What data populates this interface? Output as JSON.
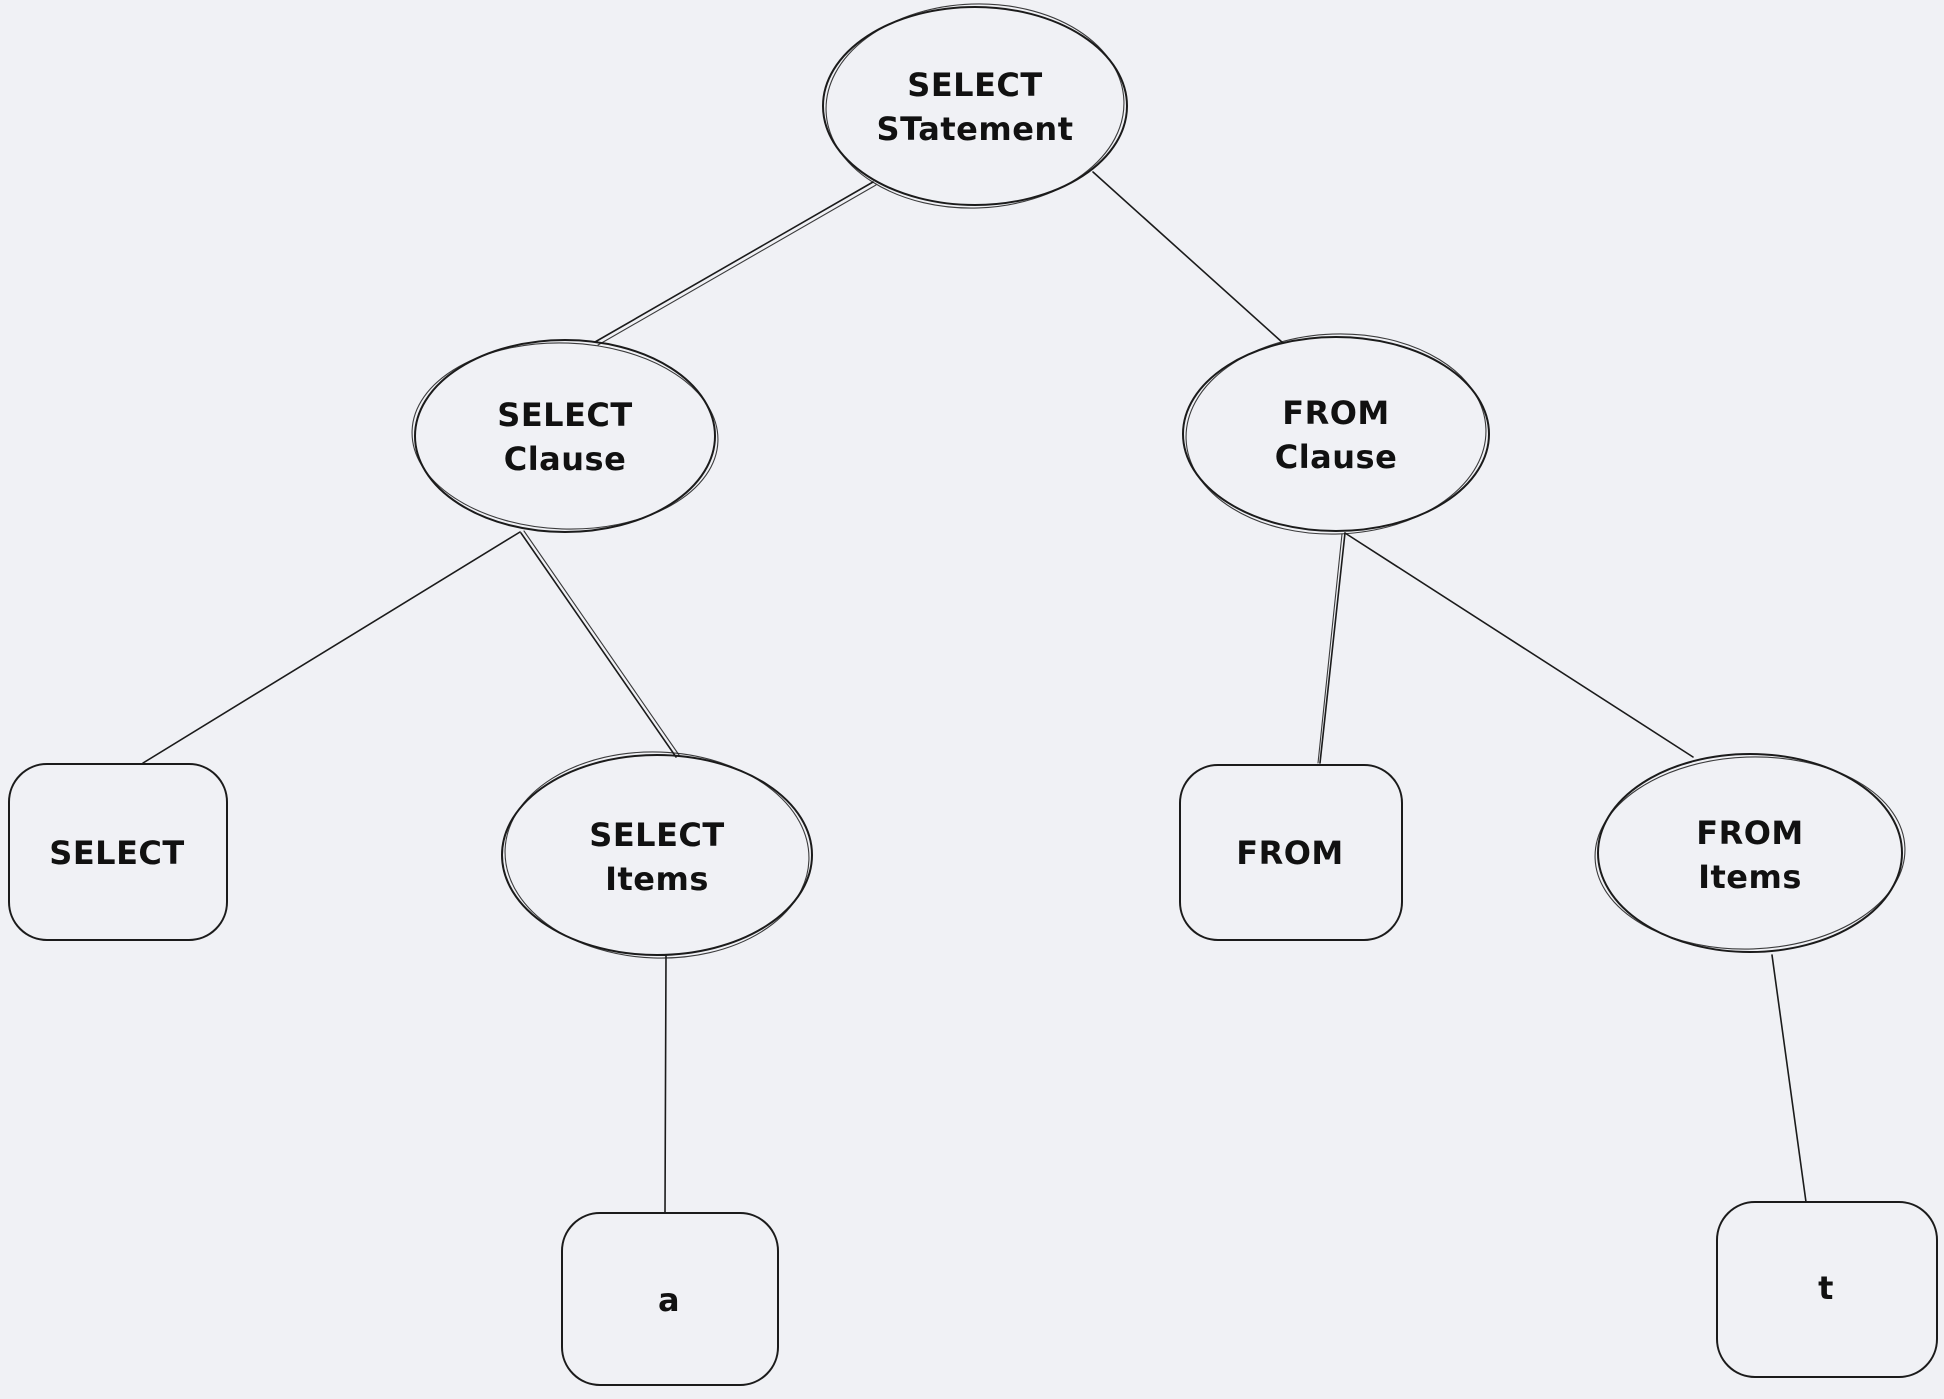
{
  "diagram": {
    "colors": {
      "background": "#f0f1f5",
      "stroke": "#1b1b1b",
      "text": "#111111"
    },
    "nodes": {
      "select_statement": {
        "shape": "ellipse",
        "line1": "SELECT",
        "line2": "STatement"
      },
      "select_clause": {
        "shape": "ellipse",
        "line1": "SELECT",
        "line2": "Clause"
      },
      "from_clause": {
        "shape": "ellipse",
        "line1": "FROM",
        "line2": "Clause"
      },
      "select_keyword": {
        "shape": "rectangle",
        "line1": "SELECT"
      },
      "select_items": {
        "shape": "ellipse",
        "line1": "SELECT",
        "line2": "Items"
      },
      "from_keyword": {
        "shape": "rectangle",
        "line1": "FROM"
      },
      "from_items": {
        "shape": "ellipse",
        "line1": "FROM",
        "line2": "Items"
      },
      "select_item_a": {
        "shape": "rectangle",
        "line1": "a"
      },
      "from_item_t": {
        "shape": "rectangle",
        "line1": "t"
      }
    },
    "edges": [
      {
        "from": "select_statement",
        "to": "select_clause"
      },
      {
        "from": "select_statement",
        "to": "from_clause"
      },
      {
        "from": "select_clause",
        "to": "select_keyword"
      },
      {
        "from": "select_clause",
        "to": "select_items"
      },
      {
        "from": "from_clause",
        "to": "from_keyword"
      },
      {
        "from": "from_clause",
        "to": "from_items"
      },
      {
        "from": "select_items",
        "to": "select_item_a"
      },
      {
        "from": "from_items",
        "to": "from_item_t"
      }
    ]
  }
}
